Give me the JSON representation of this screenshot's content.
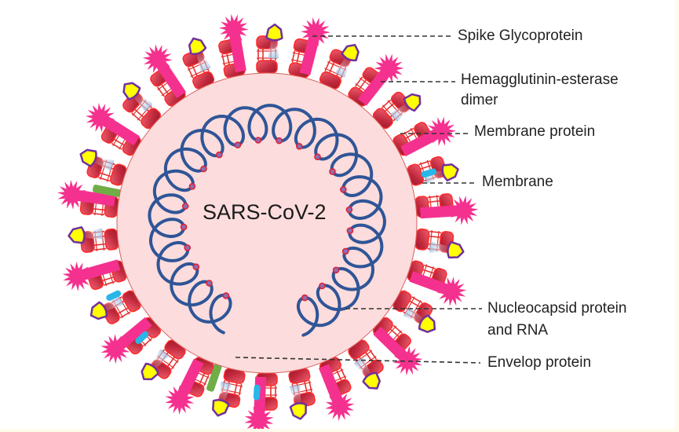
{
  "diagram": {
    "title": "SARS-CoV-2",
    "labels": [
      {
        "id": "spike",
        "text": "Spike Glycoprotein"
      },
      {
        "id": "he-line1",
        "text": "Hemagglutinin-esterase"
      },
      {
        "id": "he-line2",
        "text": "dimer"
      },
      {
        "id": "membrane-protein",
        "text": "Membrane protein"
      },
      {
        "id": "membrane",
        "text": "Membrane"
      },
      {
        "id": "nucleo-line1",
        "text": "Nucleocapsid protein"
      },
      {
        "id": "nucleo-line2",
        "text": "and RNA"
      },
      {
        "id": "envelope",
        "text": "Envelop protein"
      }
    ],
    "components": [
      "spike-glycoprotein",
      "hemagglutinin-esterase-dimer",
      "membrane-protein",
      "membrane",
      "nucleocapsid-rna",
      "envelope-protein"
    ],
    "colors": {
      "interior": "#fcdcdc",
      "spike": "#f5318f",
      "lipid_head": "#e8343a",
      "he_fill": "#ffff00",
      "he_outline": "#7030a0",
      "rna": "#2f5597",
      "nucleocapsid_dot": "#e0203a",
      "envelope_protein": "#70ad47",
      "membrane_protein": "#29b6e8",
      "background_edge": "#fffbea"
    }
  }
}
